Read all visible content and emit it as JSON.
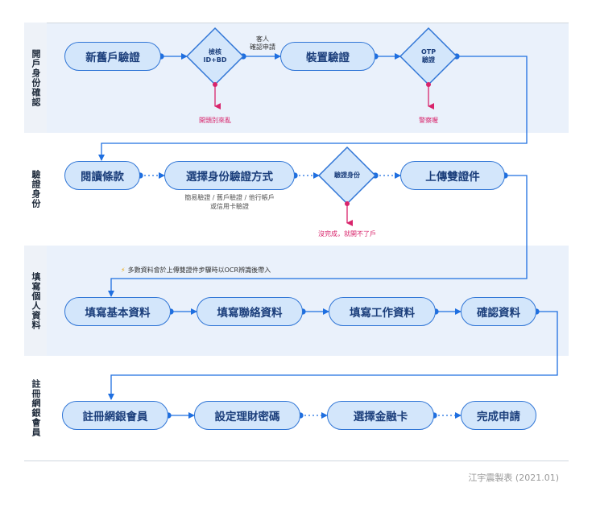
{
  "lanes": [
    {
      "label": "開戶身份確認"
    },
    {
      "label": "驗證身份"
    },
    {
      "label": "填寫個人資料"
    },
    {
      "label": "註冊網銀會員"
    }
  ],
  "lane1": {
    "node_new_old": "新舊戶驗證",
    "diamond_check": "檢核\nID+BD",
    "edge_label": "客人\n確認申請",
    "node_device": "裝置驗證",
    "diamond_otp": "OTP\n驗證",
    "warn_check": "開頭別來亂",
    "warn_otp": "警察喔"
  },
  "lane2": {
    "node_terms": "閱讀條款",
    "node_select_method": "選擇身份驗證方式",
    "note_methods": "簡易驗證 / 舊戶驗證 / 他行帳戶\n或信用卡驗證",
    "diamond_verify": "驗證身份",
    "node_upload": "上傳雙證件",
    "warn_verify": "沒完成，就開不了戶"
  },
  "lane3": {
    "tip": "多數資料會於上傳雙證件步驟時以OCR辨識後帶入",
    "node_basic": "填寫基本資料",
    "node_contact": "填寫聯絡資料",
    "node_work": "填寫工作資料",
    "node_confirm": "確認資料"
  },
  "lane4": {
    "node_register": "註冊網銀會員",
    "node_password": "設定理財密碼",
    "node_card": "選擇金融卡",
    "node_done": "完成申請"
  },
  "footer": "江宇震製表 (2021.01)",
  "colors": {
    "node_fill": "#d3e6fb",
    "node_border": "#2f75d6",
    "arrow": "#1f6fe0",
    "warn": "#d8246b",
    "lane_bg": "#eaf1fb"
  }
}
